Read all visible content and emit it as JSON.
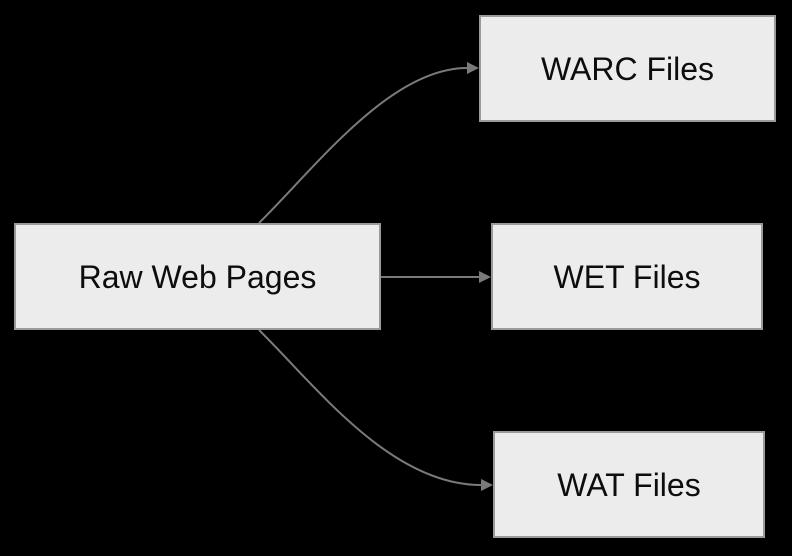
{
  "diagram": {
    "type": "flowchart",
    "direction": "left-to-right",
    "colors": {
      "background": "#000000",
      "node_fill": "#ececec",
      "node_border": "#9a9a9a",
      "edge": "#7a7a7a",
      "label_text": "#0d0d0d"
    },
    "nodes": [
      {
        "id": "raw-web-pages",
        "label": "Raw Web Pages"
      },
      {
        "id": "warc-files",
        "label": "WARC Files"
      },
      {
        "id": "wet-files",
        "label": "WET Files"
      },
      {
        "id": "wat-files",
        "label": "WAT Files"
      }
    ],
    "edges": [
      {
        "from": "Raw Web Pages",
        "to": "WARC Files",
        "shape": "curved",
        "arrowhead": "filled-triangle"
      },
      {
        "from": "Raw Web Pages",
        "to": "WET Files",
        "shape": "straight",
        "arrowhead": "filled-triangle"
      },
      {
        "from": "Raw Web Pages",
        "to": "WAT Files",
        "shape": "curved",
        "arrowhead": "filled-triangle"
      }
    ]
  }
}
